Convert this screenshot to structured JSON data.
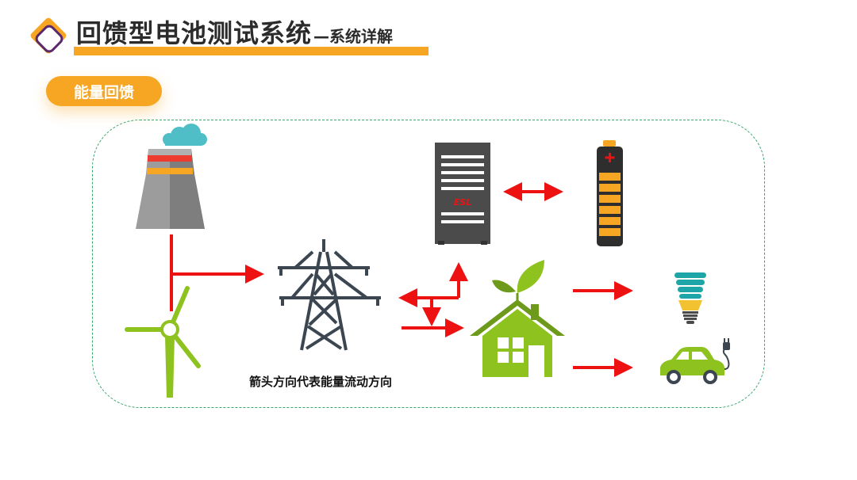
{
  "header": {
    "title": "回馈型电池测试系统",
    "subtitle": "—系统详解"
  },
  "section": {
    "label": "能量回馈"
  },
  "diagram": {
    "caption": "箭头方向代表能量流动方向",
    "device_label": "ESL",
    "nodes": [
      {
        "icon": "power-plant-icon"
      },
      {
        "icon": "wind-turbine-icon"
      },
      {
        "icon": "transmission-tower-icon"
      },
      {
        "icon": "test-equipment-cabinet-icon"
      },
      {
        "icon": "battery-icon"
      },
      {
        "icon": "eco-house-icon"
      },
      {
        "icon": "energy-saving-bulb-icon"
      },
      {
        "icon": "electric-car-icon"
      }
    ],
    "colors": {
      "arrow": "#ee1111",
      "accent": "#f6a623",
      "frame": "#3aa76d",
      "green": "#8dc21f"
    }
  }
}
